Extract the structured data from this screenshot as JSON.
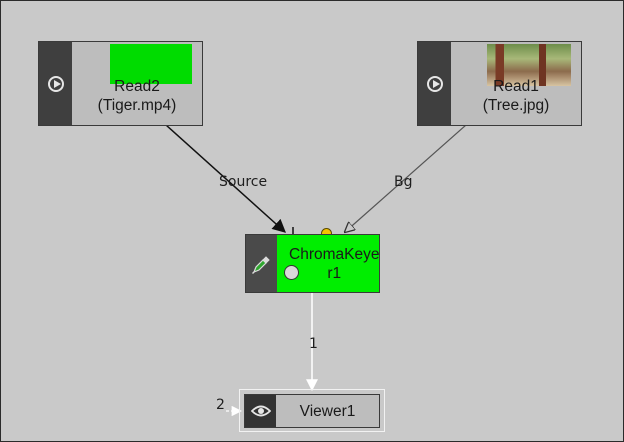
{
  "graph": {
    "nodes": {
      "read2": {
        "name": "Read2",
        "file": "(Tiger.mp4)",
        "thumbnail_color": "#00dc00",
        "icon": "play-circle-icon"
      },
      "read1": {
        "name": "Read1",
        "file": "(Tree.jpg)",
        "thumbnail": "forest-photo",
        "icon": "play-circle-icon"
      },
      "chroma": {
        "name_line1": "ChromaKeye",
        "name_line2": "r1",
        "color": "#00ee00",
        "icon": "eyedropper-icon"
      },
      "viewer": {
        "name": "Viewer1",
        "icon": "eye-icon"
      }
    },
    "edges": {
      "source_label": "Source",
      "bg_label": "Bg",
      "output_label": "1",
      "viewer_input_label": "2"
    }
  },
  "colors": {
    "canvas": "#c9c9c9",
    "node_body": "#bdbdbd",
    "node_strip": "#3f3f3f",
    "chroma_body": "#00ee00",
    "mask_input": "#f5c400",
    "edge_dark": "#111111",
    "edge_light": "#ffffff"
  }
}
